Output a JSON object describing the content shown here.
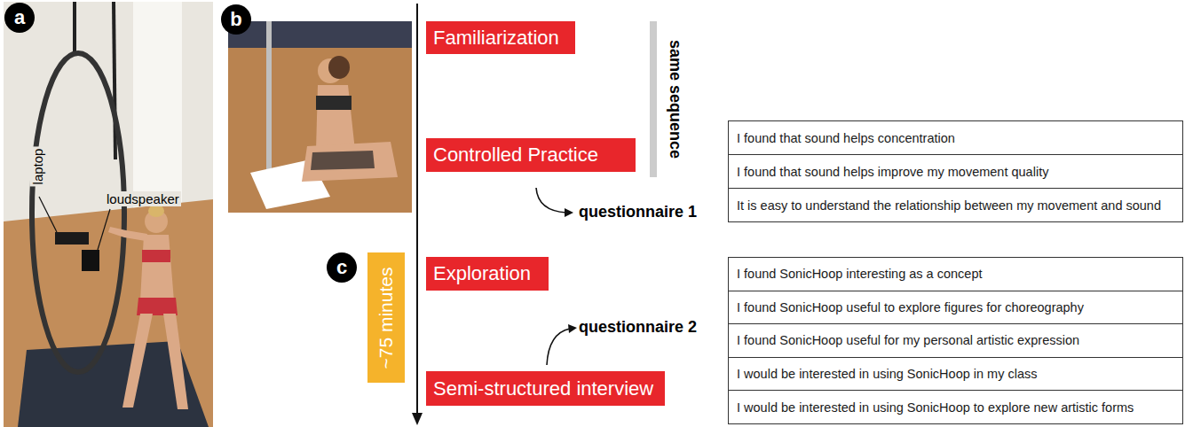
{
  "diagram": {
    "nodes": [
      {
        "text": [
          "a"
        ]
      },
      {
        "text": [
          "b"
        ]
      },
      {
        "text": [
          "Familiarization"
        ]
      },
      {
        "text": [
          "Controlled Practice"
        ]
      },
      {
        "text": [
          "c"
        ]
      },
      {
        "text": [
          "~75 minutes"
        ]
      },
      {
        "text": [
          "Exploration"
        ]
      },
      {
        "text": [
          "Semi-structured interview"
        ]
      }
    ],
    "labels": [
      "laptop",
      "loudspeaker",
      "same sequence",
      "questionnaire 1",
      "I found that sound helps concentration",
      "I found that sound helps improve my movement quality",
      "It is easy to understand the relationship between my movement and sound",
      "questionnaire 2",
      "I found SonicHoop interesting as a concept",
      "I found SonicHoop useful to explore figures for choreography",
      "I found SonicHoop useful for my personal artistic expression",
      "I would be interested in using SonicHoop in my class",
      "I would be interested in using SonicHoop to explore new artistic forms"
    ]
  }
}
